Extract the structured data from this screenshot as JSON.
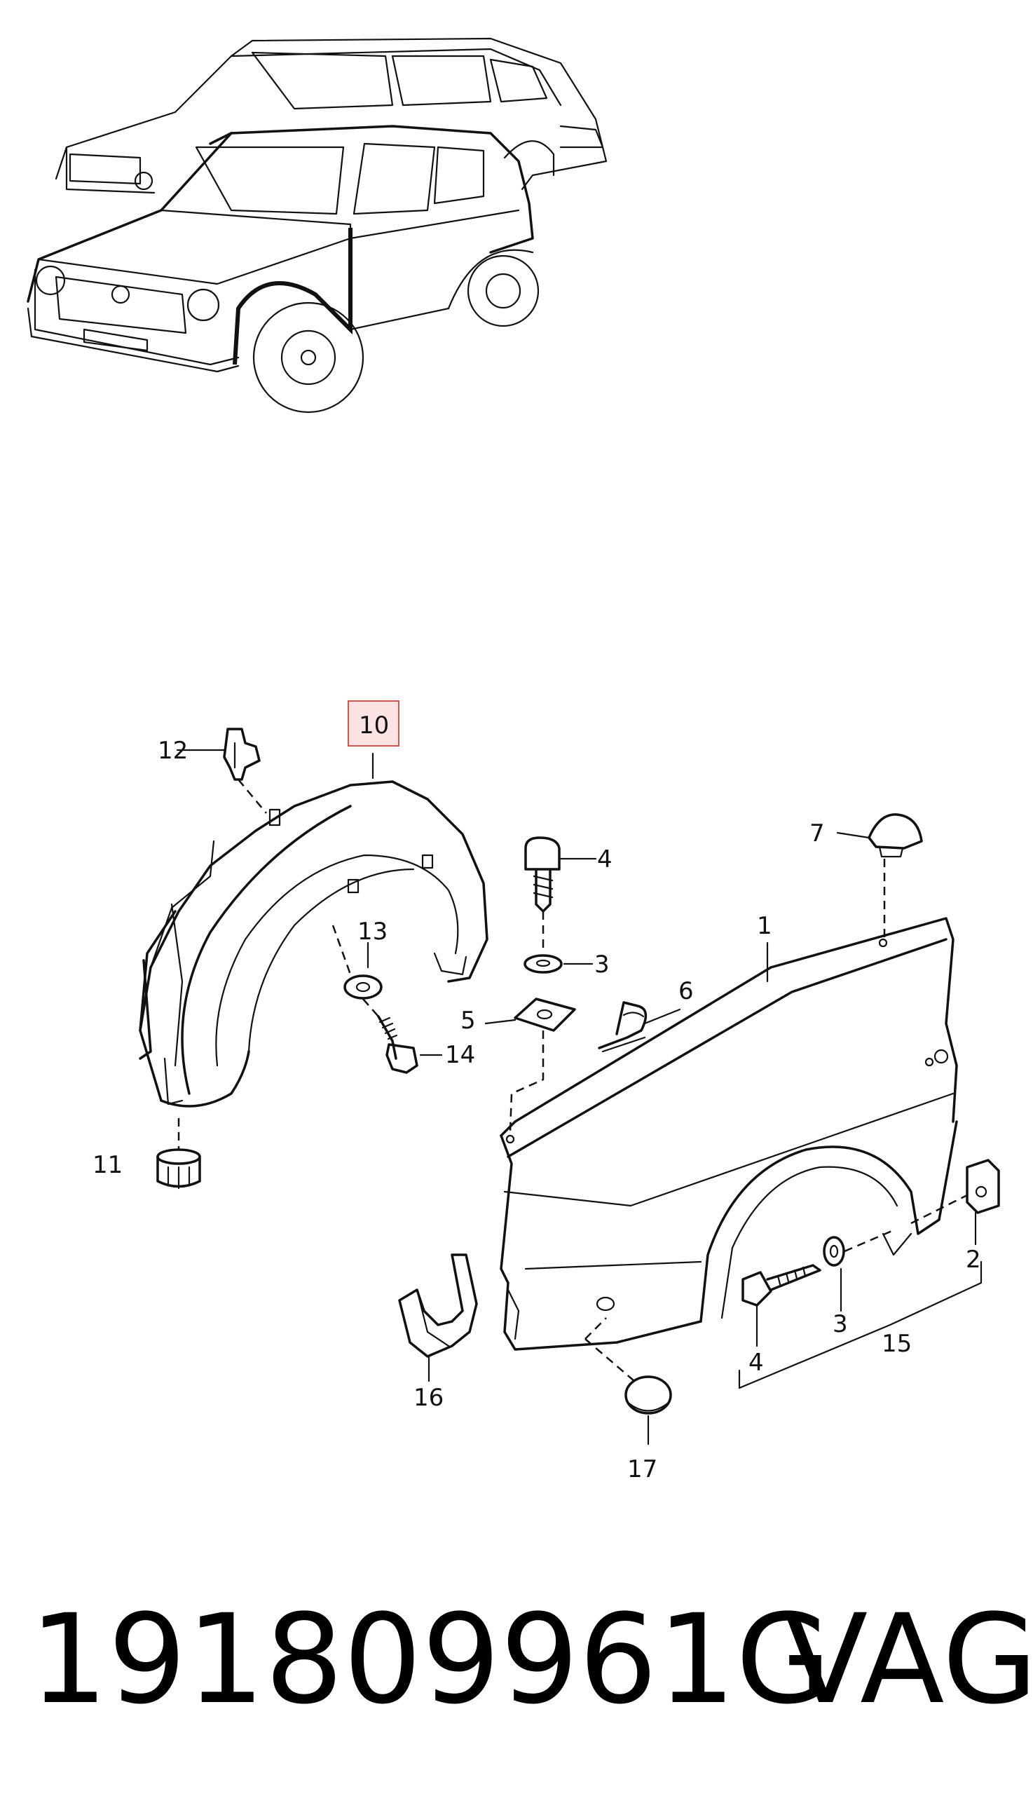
{
  "callouts": [
    {
      "id": "1",
      "text": "1"
    },
    {
      "id": "2",
      "text": "2"
    },
    {
      "id": "3a",
      "text": "3"
    },
    {
      "id": "3b",
      "text": "3"
    },
    {
      "id": "4a",
      "text": "4"
    },
    {
      "id": "4b",
      "text": "4"
    },
    {
      "id": "5",
      "text": "5"
    },
    {
      "id": "6",
      "text": "6"
    },
    {
      "id": "7",
      "text": "7"
    },
    {
      "id": "10",
      "text": "10"
    },
    {
      "id": "11",
      "text": "11"
    },
    {
      "id": "12",
      "text": "12"
    },
    {
      "id": "13",
      "text": "13"
    },
    {
      "id": "14",
      "text": "14"
    },
    {
      "id": "15",
      "text": "15"
    },
    {
      "id": "16",
      "text": "16"
    },
    {
      "id": "17",
      "text": "17"
    }
  ],
  "highlight": {
    "callout": "10",
    "color": "#d9534f",
    "fill": "#fbe3e4"
  },
  "caption": {
    "part_number": "191809961G",
    "brand": "VAG"
  }
}
